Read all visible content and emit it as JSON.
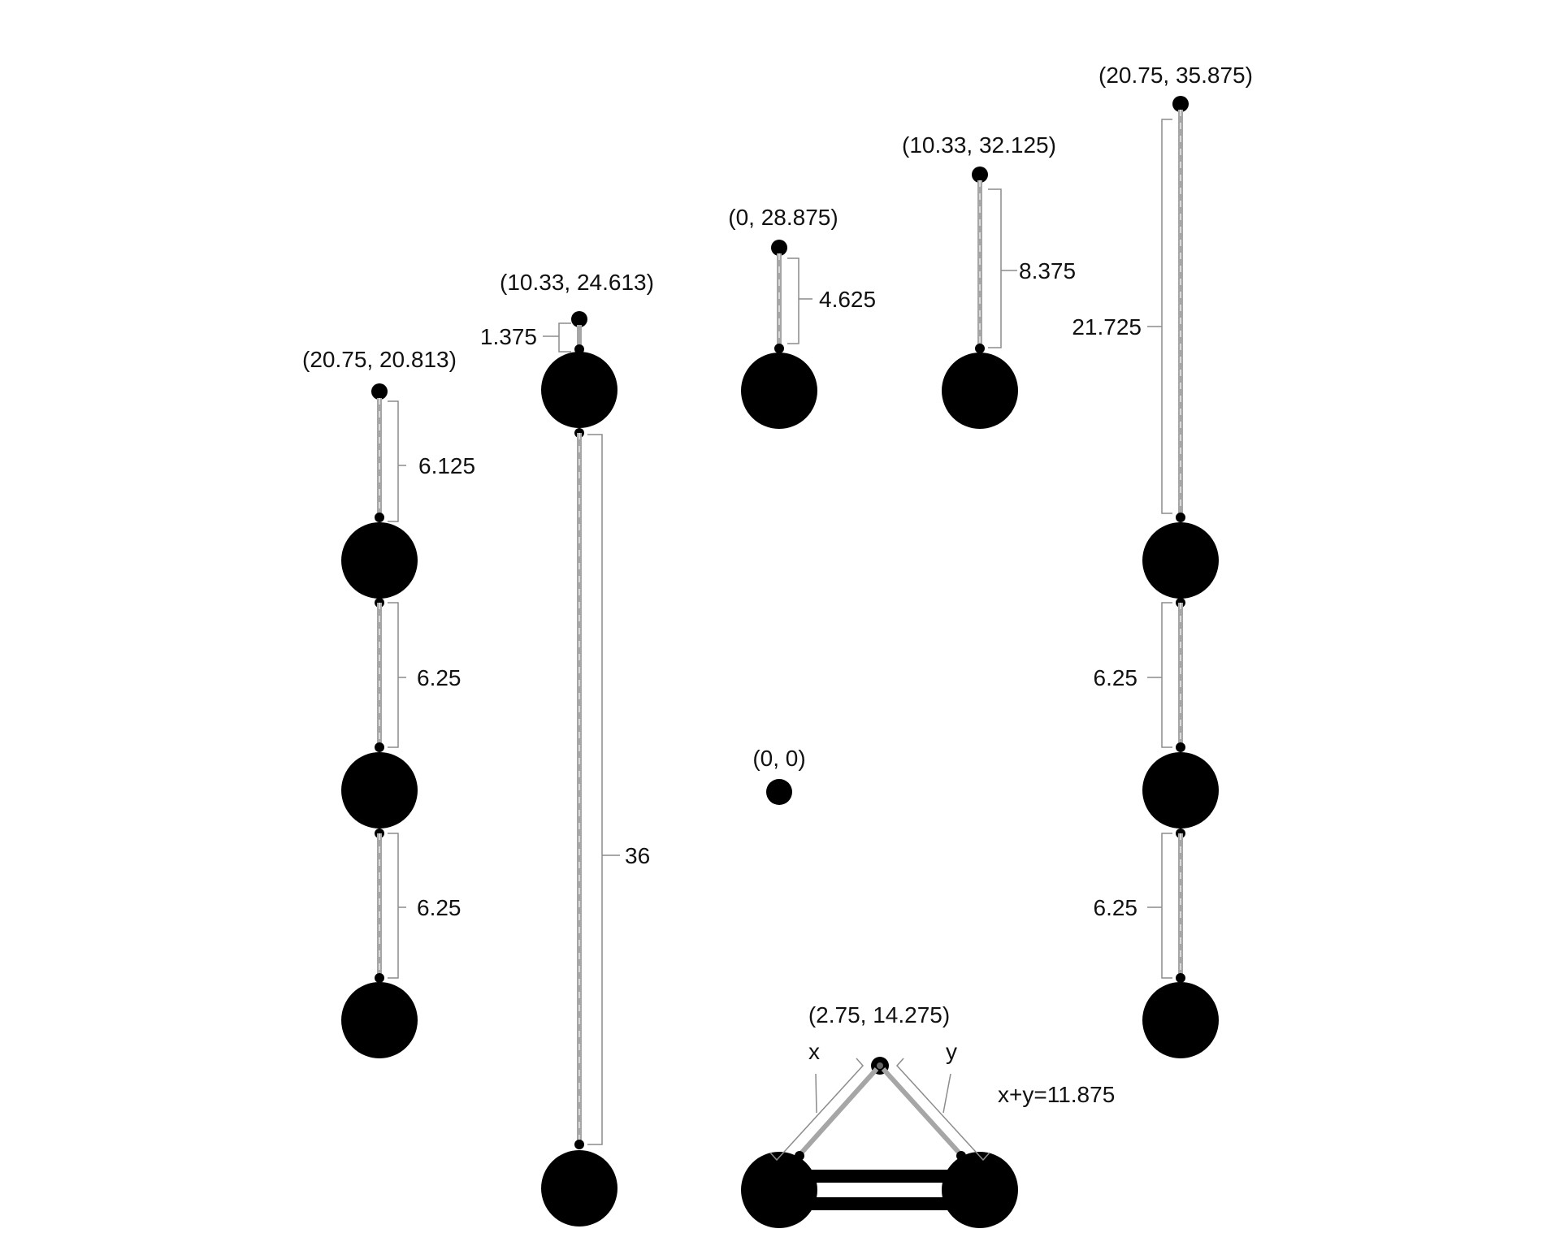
{
  "colors": {
    "background": "#ffffff",
    "ink": "#000000",
    "rod": "#a6a6a6",
    "bracket": "#8c8c8c"
  },
  "labels": {
    "coord_left": "(20.75, 20.813)",
    "coord_second": "(10.33, 24.613)",
    "coord_center_top": "(0, 28.875)",
    "coord_fourth": "(10.33, 32.125)",
    "coord_right": "(20.75, 35.875)",
    "coord_origin": "(0, 0)",
    "coord_triangle": "(2.75, 14.275)",
    "len_left_1": "6.125",
    "len_left_2": "6.25",
    "len_left_3": "6.25",
    "len_second_short": "1.375",
    "len_second_long": "36",
    "len_center": "4.625",
    "len_fourth": "8.375",
    "len_right_long": "21.725",
    "len_right_2": "6.25",
    "len_right_3": "6.25",
    "tri_x": "x",
    "tri_y": "y",
    "tri_sum": "x+y=11.875"
  }
}
